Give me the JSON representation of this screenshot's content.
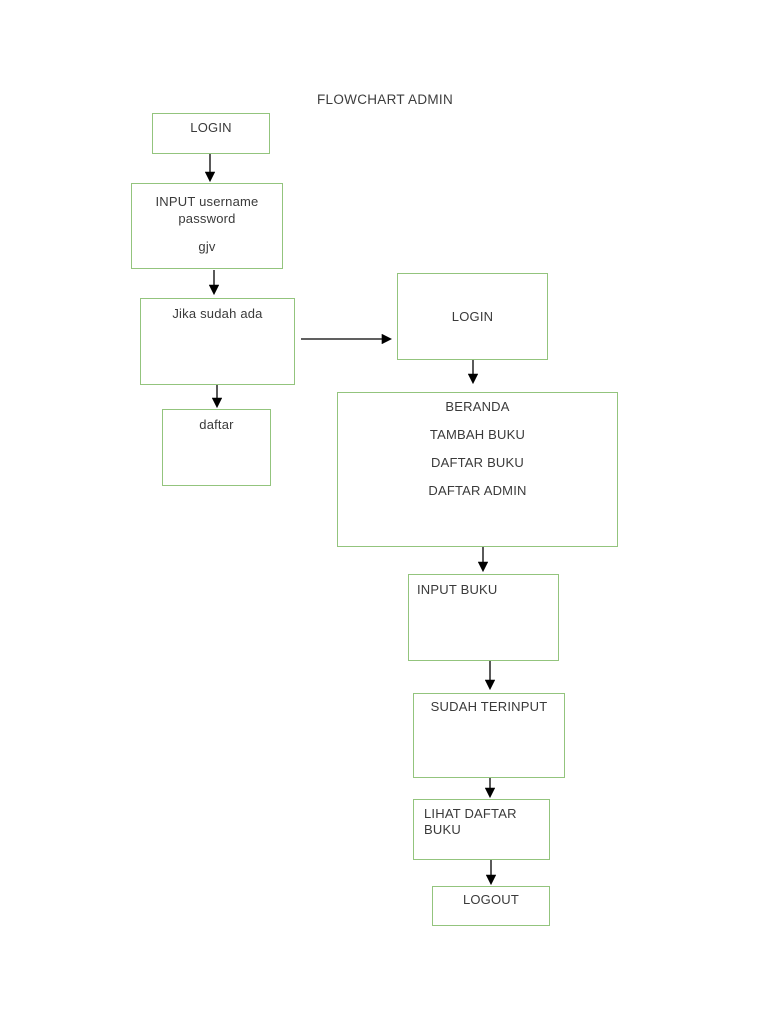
{
  "title": "FLOWCHART ADMIN",
  "colors": {
    "background": "#ffffff",
    "box_border": "#93c47d",
    "box_fill": "#ffffff",
    "text": "#3a3a3a",
    "arrow": "#000000"
  },
  "nodes": {
    "login_top": {
      "label": "LOGIN"
    },
    "input_credentials": {
      "lines": [
        "INPUT username",
        "password",
        "gjv"
      ]
    },
    "jika_sudah_ada": {
      "label": "Jika sudah ada"
    },
    "daftar": {
      "label": "daftar"
    },
    "login_right": {
      "label": "LOGIN"
    },
    "beranda_menu": {
      "lines": [
        "BERANDA",
        "TAMBAH BUKU",
        "DAFTAR BUKU",
        "DAFTAR ADMIN"
      ]
    },
    "input_buku": {
      "label": "INPUT BUKU"
    },
    "sudah_terinput": {
      "label": "SUDAH TERINPUT"
    },
    "lihat_daftar_buku": {
      "label": "LIHAT DAFTAR BUKU"
    },
    "logout": {
      "label": "LOGOUT"
    }
  },
  "edges": [
    {
      "from": "login_top",
      "to": "input_credentials",
      "direction": "down"
    },
    {
      "from": "input_credentials",
      "to": "jika_sudah_ada",
      "direction": "down"
    },
    {
      "from": "jika_sudah_ada",
      "to": "login_right",
      "direction": "right"
    },
    {
      "from": "jika_sudah_ada",
      "to": "daftar",
      "direction": "down"
    },
    {
      "from": "login_right",
      "to": "beranda_menu",
      "direction": "down"
    },
    {
      "from": "beranda_menu",
      "to": "input_buku",
      "direction": "down"
    },
    {
      "from": "input_buku",
      "to": "sudah_terinput",
      "direction": "down"
    },
    {
      "from": "sudah_terinput",
      "to": "lihat_daftar_buku",
      "direction": "down"
    },
    {
      "from": "lihat_daftar_buku",
      "to": "logout",
      "direction": "down"
    }
  ]
}
